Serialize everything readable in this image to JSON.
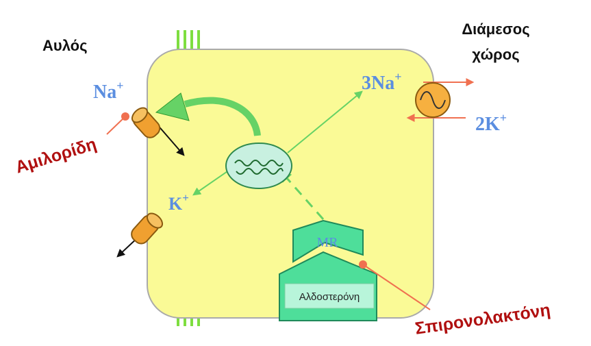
{
  "labels": {
    "lumen": "Αυλός",
    "interstitial_line1": "Διάμεσος",
    "interstitial_line2": "χώρος",
    "na_lumen": "Na",
    "na_lumen_sup": "+",
    "k_cell": "K",
    "k_cell_sup": "+",
    "na_pump": "3Na",
    "na_pump_sup": "+",
    "k_pump": "2K",
    "k_pump_sup": "+",
    "mr": "MR",
    "aldosterone": "Αλδοστερόνη",
    "amiloride": "Αμιλορίδη",
    "spironolactone": "Σπιρονολακτόνη"
  },
  "colors": {
    "cell_fill": "#fafa96",
    "cell_border": "#aaaaaa",
    "green_arrow": "#66d266",
    "ion_blue": "#5b8ee0",
    "drug_red": "#b01010",
    "channel_orange": "#f0a030",
    "inhibitor_line": "#f07050",
    "receptor_green": "#4ede9a",
    "nucleus_fill": "#c8f0e0"
  },
  "icons": {
    "na_channel": "cylinder-channel-icon",
    "k_channel": "cylinder-channel-icon",
    "pump": "sine-pump-icon",
    "junction": "tight-junction-icon"
  }
}
